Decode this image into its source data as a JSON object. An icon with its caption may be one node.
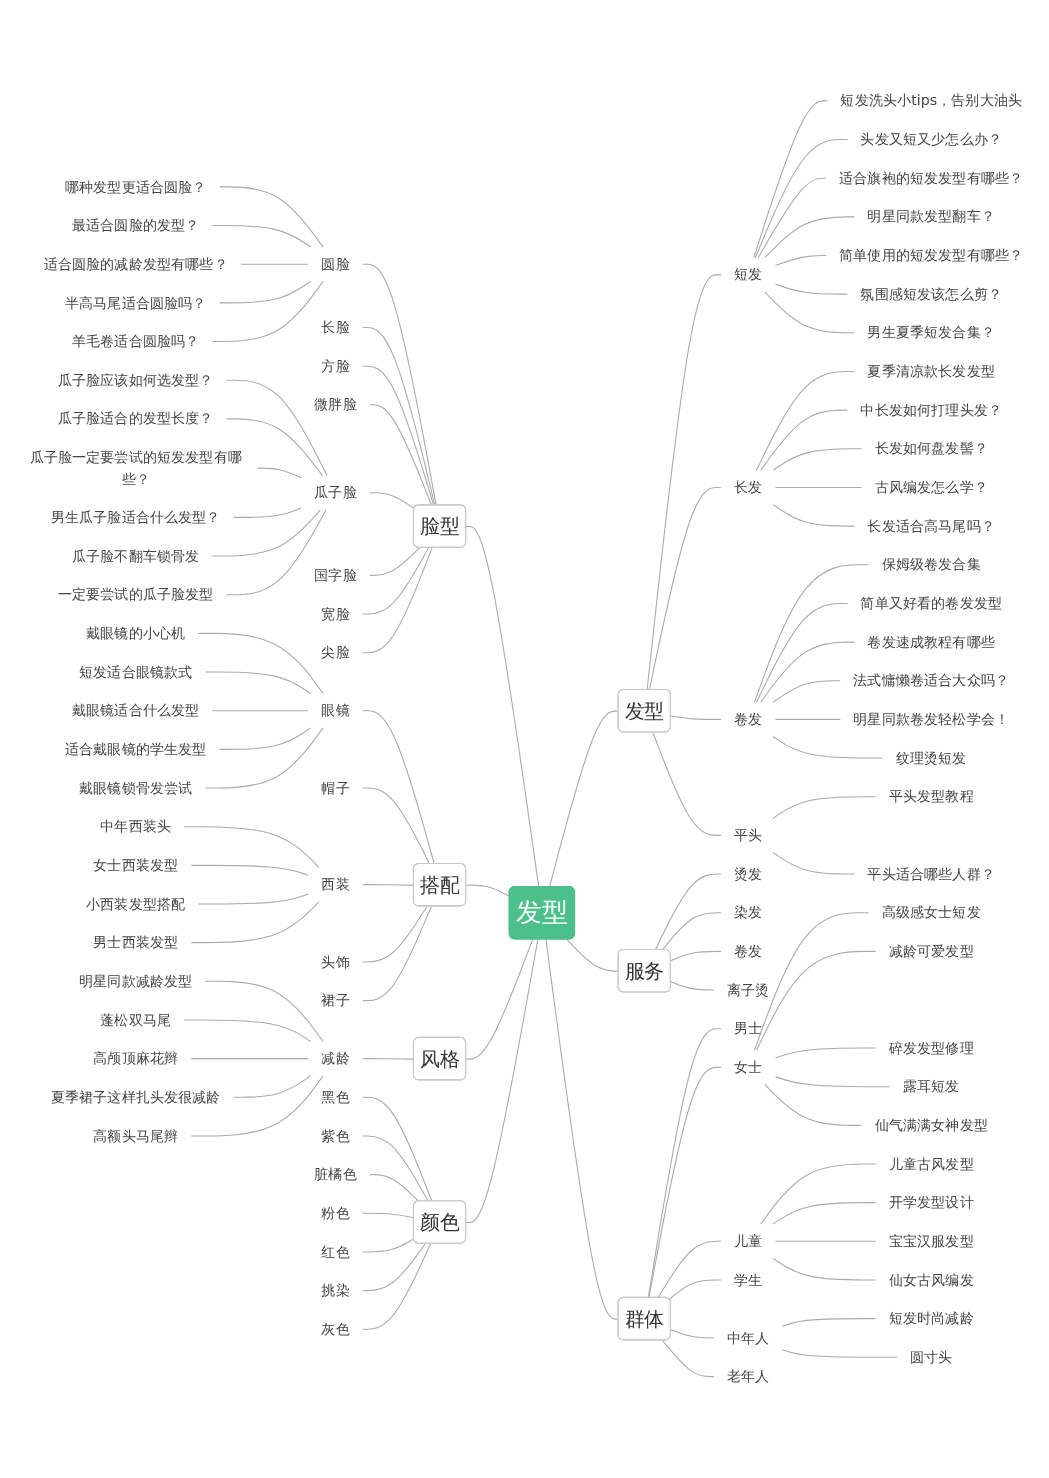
{
  "diagram": {
    "nodes": [
      {
        "text": [
          "发型"
        ]
      },
      {
        "text": [
          "发型"
        ]
      },
      {
        "text": [
          "短发"
        ]
      },
      {
        "text": [
          "短发洗头小tips，告别大油头"
        ]
      },
      {
        "text": [
          "头发又短又少怎么办？"
        ]
      },
      {
        "text": [
          "适合旗袍的短发发型有哪些？"
        ]
      },
      {
        "text": [
          "明星同款发型翻车？"
        ]
      },
      {
        "text": [
          "简单使用的短发发型有哪些？"
        ]
      },
      {
        "text": [
          "氛围感短发该怎么剪？"
        ]
      },
      {
        "text": [
          "男生夏季短发合集？"
        ]
      },
      {
        "text": [
          "长发"
        ]
      },
      {
        "text": [
          "夏季清凉款长发发型"
        ]
      },
      {
        "text": [
          "中长发如何打理头发？"
        ]
      },
      {
        "text": [
          "长发如何盘发髻？"
        ]
      },
      {
        "text": [
          "古风编发怎么学？"
        ]
      },
      {
        "text": [
          "长发适合高马尾吗？"
        ]
      },
      {
        "text": [
          "卷发"
        ]
      },
      {
        "text": [
          "保姆级卷发合集"
        ]
      },
      {
        "text": [
          "简单又好看的卷发发型"
        ]
      },
      {
        "text": [
          "卷发速成教程有哪些"
        ]
      },
      {
        "text": [
          "法式慵懒卷适合大众吗？"
        ]
      },
      {
        "text": [
          "明星同款卷发轻松学会！"
        ]
      },
      {
        "text": [
          "纹理烫短发"
        ]
      },
      {
        "text": [
          "平头"
        ]
      },
      {
        "text": [
          "平头发型教程"
        ]
      },
      {
        "text": [
          "平头适合哪些人群？"
        ]
      },
      {
        "text": [
          "服务"
        ]
      },
      {
        "text": [
          "烫发"
        ]
      },
      {
        "text": [
          "染发"
        ]
      },
      {
        "text": [
          "卷发"
        ]
      },
      {
        "text": [
          "离子烫"
        ]
      },
      {
        "text": [
          "群体"
        ]
      },
      {
        "text": [
          "男士"
        ]
      },
      {
        "text": [
          "女士"
        ]
      },
      {
        "text": [
          "高级感女士短发"
        ]
      },
      {
        "text": [
          "减龄可爱发型"
        ]
      },
      {
        "text": [
          "碎发发型修理"
        ]
      },
      {
        "text": [
          "露耳短发"
        ]
      },
      {
        "text": [
          "仙气满满女神发型"
        ]
      },
      {
        "text": [
          "儿童"
        ]
      },
      {
        "text": [
          "儿童古风发型"
        ]
      },
      {
        "text": [
          "开学发型设计"
        ]
      },
      {
        "text": [
          "宝宝汉服发型"
        ]
      },
      {
        "text": [
          "仙女古风编发"
        ]
      },
      {
        "text": [
          "学生"
        ]
      },
      {
        "text": [
          "中年人"
        ]
      },
      {
        "text": [
          "短发时尚减龄"
        ]
      },
      {
        "text": [
          "圆寸头"
        ]
      },
      {
        "text": [
          "老年人"
        ]
      },
      {
        "text": [
          "脸型"
        ]
      },
      {
        "text": [
          "圆脸"
        ]
      },
      {
        "text": [
          "哪种发型更适合圆脸？"
        ]
      },
      {
        "text": [
          "最适合圆脸的发型？"
        ]
      },
      {
        "text": [
          "适合圆脸的减龄发型有哪些？"
        ]
      },
      {
        "text": [
          "半高马尾适合圆脸吗？"
        ]
      },
      {
        "text": [
          "羊毛卷适合圆脸吗？"
        ]
      },
      {
        "text": [
          "长脸"
        ]
      },
      {
        "text": [
          "方脸"
        ]
      },
      {
        "text": [
          "微胖脸"
        ]
      },
      {
        "text": [
          "瓜子脸"
        ]
      },
      {
        "text": [
          "瓜子脸应该如何选发型？"
        ]
      },
      {
        "text": [
          "瓜子脸适合的发型长度？"
        ]
      },
      {
        "text": [
          "瓜子脸一定要尝试的短发发型有哪些？"
        ]
      },
      {
        "text": [
          "男生瓜子脸适合什么发型？"
        ]
      },
      {
        "text": [
          "瓜子脸不翻车锁骨发"
        ]
      },
      {
        "text": [
          "一定要尝试的瓜子脸发型"
        ]
      },
      {
        "text": [
          "国字脸"
        ]
      },
      {
        "text": [
          "宽脸"
        ]
      },
      {
        "text": [
          "尖脸"
        ]
      },
      {
        "text": [
          "搭配"
        ]
      },
      {
        "text": [
          "眼镜"
        ]
      },
      {
        "text": [
          "戴眼镜的小心机"
        ]
      },
      {
        "text": [
          "短发适合眼镜款式"
        ]
      },
      {
        "text": [
          "戴眼镜适合什么发型"
        ]
      },
      {
        "text": [
          "适合戴眼镜的学生发型"
        ]
      },
      {
        "text": [
          "戴眼镜锁骨发尝试"
        ]
      },
      {
        "text": [
          "帽子"
        ]
      },
      {
        "text": [
          "西装"
        ]
      },
      {
        "text": [
          "中年西装头"
        ]
      },
      {
        "text": [
          "女士西装发型"
        ]
      },
      {
        "text": [
          "小西装发型搭配"
        ]
      },
      {
        "text": [
          "男士西装发型"
        ]
      },
      {
        "text": [
          "头饰"
        ]
      },
      {
        "text": [
          "裙子"
        ]
      },
      {
        "text": [
          "风格"
        ]
      },
      {
        "text": [
          "减龄"
        ]
      },
      {
        "text": [
          "明星同款减龄发型"
        ]
      },
      {
        "text": [
          "蓬松双马尾"
        ]
      },
      {
        "text": [
          "高颅顶麻花辫"
        ]
      },
      {
        "text": [
          "夏季裙子这样扎头发很减龄"
        ]
      },
      {
        "text": [
          "高额头马尾辫"
        ]
      },
      {
        "text": [
          "颜色"
        ]
      },
      {
        "text": [
          "黑色"
        ]
      },
      {
        "text": [
          "紫色"
        ]
      },
      {
        "text": [
          "脏橘色"
        ]
      },
      {
        "text": [
          "粉色"
        ]
      },
      {
        "text": [
          "红色"
        ]
      },
      {
        "text": [
          "挑染"
        ]
      },
      {
        "text": [
          "灰色"
        ]
      }
    ],
    "edges": [
      {
        "from": 0,
        "to": 1,
        "arrow": "none"
      },
      {
        "from": 1,
        "to": 2,
        "arrow": "none"
      },
      {
        "from": 2,
        "to": 3,
        "arrow": "none"
      },
      {
        "from": 2,
        "to": 4,
        "arrow": "none"
      },
      {
        "from": 2,
        "to": 5,
        "arrow": "none"
      },
      {
        "from": 2,
        "to": 6,
        "arrow": "none"
      },
      {
        "from": 2,
        "to": 7,
        "arrow": "none"
      },
      {
        "from": 2,
        "to": 8,
        "arrow": "none"
      },
      {
        "from": 2,
        "to": 9,
        "arrow": "none"
      },
      {
        "from": 1,
        "to": 10,
        "arrow": "none"
      },
      {
        "from": 10,
        "to": 11,
        "arrow": "none"
      },
      {
        "from": 10,
        "to": 12,
        "arrow": "none"
      },
      {
        "from": 10,
        "to": 13,
        "arrow": "none"
      },
      {
        "from": 10,
        "to": 14,
        "arrow": "none"
      },
      {
        "from": 10,
        "to": 15,
        "arrow": "none"
      },
      {
        "from": 1,
        "to": 16,
        "arrow": "none"
      },
      {
        "from": 16,
        "to": 17,
        "arrow": "none"
      },
      {
        "from": 16,
        "to": 18,
        "arrow": "none"
      },
      {
        "from": 16,
        "to": 19,
        "arrow": "none"
      },
      {
        "from": 16,
        "to": 20,
        "arrow": "none"
      },
      {
        "from": 16,
        "to": 21,
        "arrow": "none"
      },
      {
        "from": 16,
        "to": 22,
        "arrow": "none"
      },
      {
        "from": 1,
        "to": 23,
        "arrow": "none"
      },
      {
        "from": 23,
        "to": 24,
        "arrow": "none"
      },
      {
        "from": 23,
        "to": 25,
        "arrow": "none"
      },
      {
        "from": 0,
        "to": 26,
        "arrow": "none"
      },
      {
        "from": 26,
        "to": 27,
        "arrow": "none"
      },
      {
        "from": 26,
        "to": 28,
        "arrow": "none"
      },
      {
        "from": 26,
        "to": 29,
        "arrow": "none"
      },
      {
        "from": 26,
        "to": 30,
        "arrow": "none"
      },
      {
        "from": 0,
        "to": 31,
        "arrow": "none"
      },
      {
        "from": 31,
        "to": 32,
        "arrow": "none"
      },
      {
        "from": 31,
        "to": 33,
        "arrow": "none"
      },
      {
        "from": 33,
        "to": 34,
        "arrow": "none"
      },
      {
        "from": 33,
        "to": 35,
        "arrow": "none"
      },
      {
        "from": 33,
        "to": 36,
        "arrow": "none"
      },
      {
        "from": 33,
        "to": 37,
        "arrow": "none"
      },
      {
        "from": 33,
        "to": 38,
        "arrow": "none"
      },
      {
        "from": 31,
        "to": 39,
        "arrow": "none"
      },
      {
        "from": 39,
        "to": 40,
        "arrow": "none"
      },
      {
        "from": 39,
        "to": 41,
        "arrow": "none"
      },
      {
        "from": 39,
        "to": 42,
        "arrow": "none"
      },
      {
        "from": 39,
        "to": 43,
        "arrow": "none"
      },
      {
        "from": 31,
        "to": 44,
        "arrow": "none"
      },
      {
        "from": 31,
        "to": 45,
        "arrow": "none"
      },
      {
        "from": 45,
        "to": 46,
        "arrow": "none"
      },
      {
        "from": 45,
        "to": 47,
        "arrow": "none"
      },
      {
        "from": 31,
        "to": 48,
        "arrow": "none"
      },
      {
        "from": 0,
        "to": 49,
        "arrow": "none"
      },
      {
        "from": 49,
        "to": 50,
        "arrow": "none"
      },
      {
        "from": 50,
        "to": 51,
        "arrow": "none"
      },
      {
        "from": 50,
        "to": 52,
        "arrow": "none"
      },
      {
        "from": 50,
        "to": 53,
        "arrow": "none"
      },
      {
        "from": 50,
        "to": 54,
        "arrow": "none"
      },
      {
        "from": 50,
        "to": 55,
        "arrow": "none"
      },
      {
        "from": 49,
        "to": 56,
        "arrow": "none"
      },
      {
        "from": 49,
        "to": 57,
        "arrow": "none"
      },
      {
        "from": 49,
        "to": 58,
        "arrow": "none"
      },
      {
        "from": 49,
        "to": 59,
        "arrow": "none"
      },
      {
        "from": 59,
        "to": 60,
        "arrow": "none"
      },
      {
        "from": 59,
        "to": 61,
        "arrow": "none"
      },
      {
        "from": 59,
        "to": 62,
        "arrow": "none"
      },
      {
        "from": 59,
        "to": 63,
        "arrow": "none"
      },
      {
        "from": 59,
        "to": 64,
        "arrow": "none"
      },
      {
        "from": 59,
        "to": 65,
        "arrow": "none"
      },
      {
        "from": 49,
        "to": 66,
        "arrow": "none"
      },
      {
        "from": 49,
        "to": 67,
        "arrow": "none"
      },
      {
        "from": 49,
        "to": 68,
        "arrow": "none"
      },
      {
        "from": 0,
        "to": 69,
        "arrow": "none"
      },
      {
        "from": 69,
        "to": 70,
        "arrow": "none"
      },
      {
        "from": 70,
        "to": 71,
        "arrow": "none"
      },
      {
        "from": 70,
        "to": 72,
        "arrow": "none"
      },
      {
        "from": 70,
        "to": 73,
        "arrow": "none"
      },
      {
        "from": 70,
        "to": 74,
        "arrow": "none"
      },
      {
        "from": 70,
        "to": 75,
        "arrow": "none"
      },
      {
        "from": 69,
        "to": 76,
        "arrow": "none"
      },
      {
        "from": 69,
        "to": 77,
        "arrow": "none"
      },
      {
        "from": 77,
        "to": 78,
        "arrow": "none"
      },
      {
        "from": 77,
        "to": 79,
        "arrow": "none"
      },
      {
        "from": 77,
        "to": 80,
        "arrow": "none"
      },
      {
        "from": 77,
        "to": 81,
        "arrow": "none"
      },
      {
        "from": 69,
        "to": 82,
        "arrow": "none"
      },
      {
        "from": 69,
        "to": 83,
        "arrow": "none"
      },
      {
        "from": 0,
        "to": 84,
        "arrow": "none"
      },
      {
        "from": 84,
        "to": 85,
        "arrow": "none"
      },
      {
        "from": 85,
        "to": 86,
        "arrow": "none"
      },
      {
        "from": 85,
        "to": 87,
        "arrow": "none"
      },
      {
        "from": 85,
        "to": 88,
        "arrow": "none"
      },
      {
        "from": 85,
        "to": 89,
        "arrow": "none"
      },
      {
        "from": 85,
        "to": 90,
        "arrow": "none"
      },
      {
        "from": 0,
        "to": 91,
        "arrow": "none"
      },
      {
        "from": 91,
        "to": 92,
        "arrow": "none"
      },
      {
        "from": 91,
        "to": 93,
        "arrow": "none"
      },
      {
        "from": 91,
        "to": 94,
        "arrow": "none"
      },
      {
        "from": 91,
        "to": 95,
        "arrow": "none"
      },
      {
        "from": 91,
        "to": 96,
        "arrow": "none"
      },
      {
        "from": 91,
        "to": 97,
        "arrow": "none"
      },
      {
        "from": 91,
        "to": 98,
        "arrow": "none"
      }
    ]
  }
}
